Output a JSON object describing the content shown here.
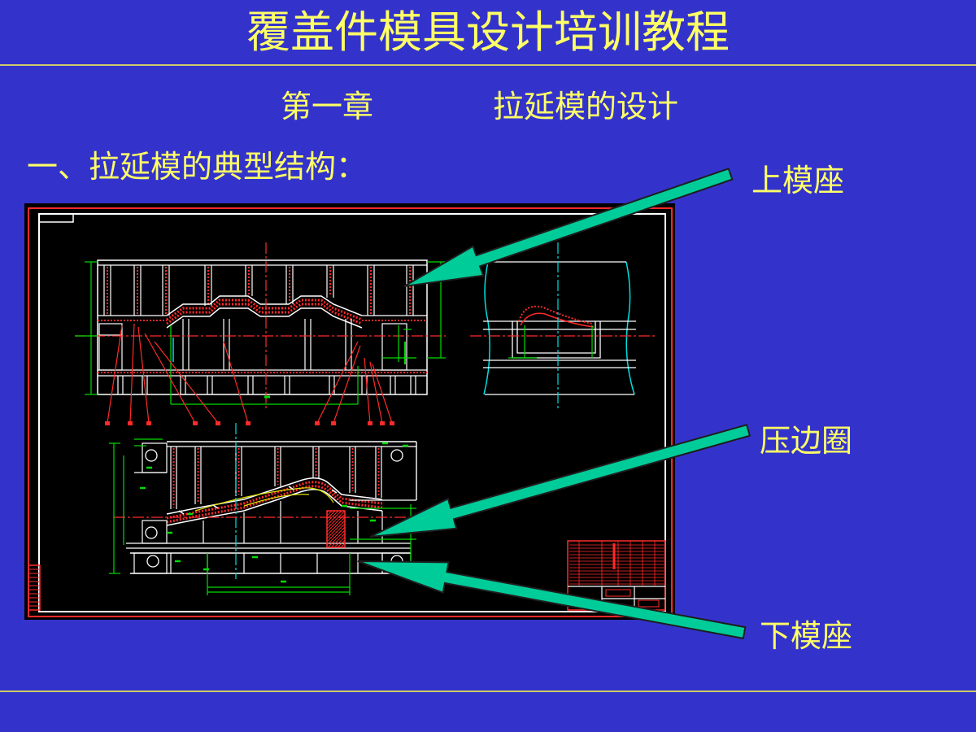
{
  "slide": {
    "title": "覆盖件模具设计培训教程",
    "chapter_number": "第一章",
    "chapter_title": "拉延模的设计",
    "section_heading": "一、拉延模的典型结构：",
    "callouts": {
      "upper_die_seat": "上模座",
      "blank_holder": "压边圈",
      "lower_die_seat": "下模座"
    }
  },
  "colors": {
    "background": "#3333CC",
    "text": "#FFFF66",
    "rule": "#CCCC66",
    "arrow": "#00CC99",
    "drawing_background": "#000000"
  }
}
